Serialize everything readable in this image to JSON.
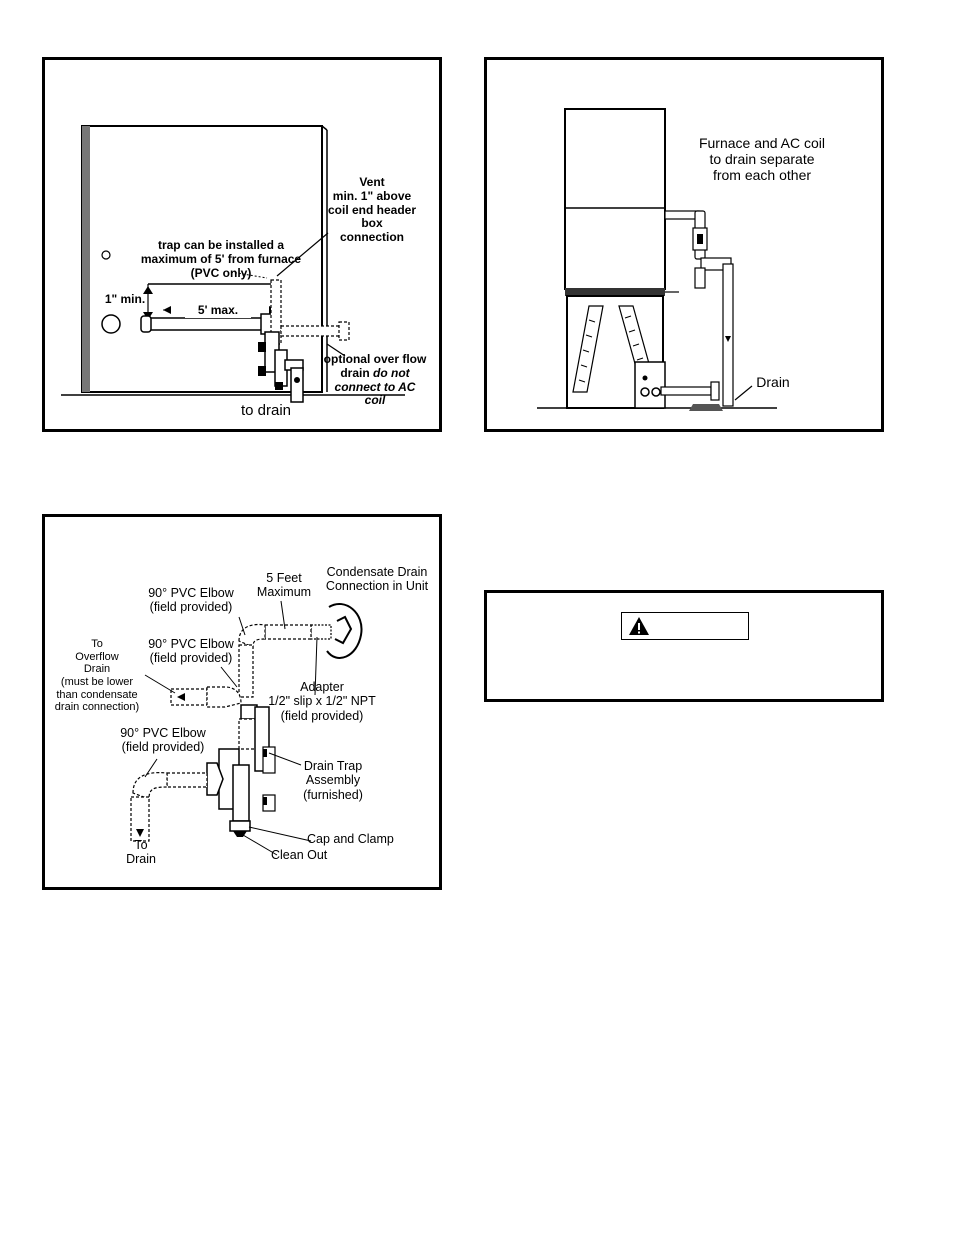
{
  "figure_trap_location": {
    "vent_line1": "Vent",
    "vent_line2": "min. 1\" above",
    "vent_line3": "coil end header",
    "vent_line4": "box",
    "vent_line5": "connection",
    "trap_line1": "trap can be installed a",
    "trap_line2": "maximum of 5' from furnace",
    "trap_line3": "(PVC only)",
    "min_label": "1\" min.",
    "max_label": "5' max.",
    "overflow_line1": "optional over flow",
    "overflow_line2_normal": "drain ",
    "overflow_line2_italic": "do not",
    "overflow_line3": "connect to AC",
    "overflow_line4": "coil",
    "to_drain": "to drain"
  },
  "figure_separate_drains": {
    "caption_line1": "Furnace and AC coil",
    "caption_line2": "to drain separate",
    "caption_line3": "from each other",
    "drain_label": "Drain"
  },
  "figure_trap_assembly": {
    "elbow_top_line1": "90° PVC Elbow",
    "elbow_top_line2": "(field provided)",
    "five_feet_line1": "5 Feet",
    "five_feet_line2": "Maximum",
    "condensate_line1": "Condensate Drain",
    "condensate_line2": "Connection in Unit",
    "overflow_line1": "To",
    "overflow_line2": "Overflow",
    "overflow_line3": "Drain",
    "overflow_line4": "(must be lower",
    "overflow_line5": "than condensate",
    "overflow_line6": "drain connection)",
    "elbow_mid_line1": "90° PVC Elbow",
    "elbow_mid_line2": "(field provided)",
    "adapter_line1": "Adapter",
    "adapter_line2": "1/2\" slip x 1/2\" NPT",
    "adapter_line3": "(field provided)",
    "elbow_low_line1": "90° PVC Elbow",
    "elbow_low_line2": "(field provided)",
    "trap_line1": "Drain Trap",
    "trap_line2": "Assembly",
    "trap_line3": "(furnished)",
    "cap_clamp": "Cap and Clamp",
    "clean_out": "Clean Out",
    "to_drain_line1": "To",
    "to_drain_line2": "Drain"
  },
  "warning_box": {
    "icon": "warning-triangle-icon"
  }
}
